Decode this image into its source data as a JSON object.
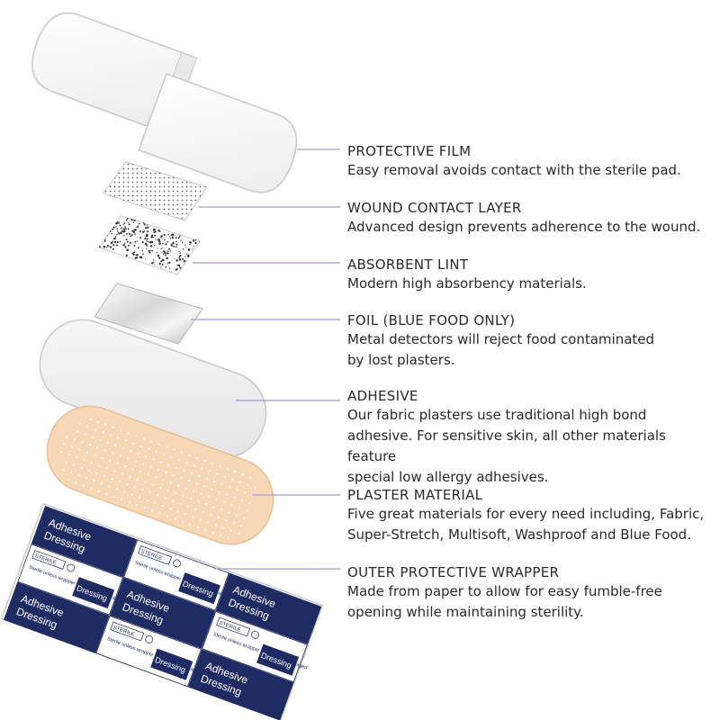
{
  "colors": {
    "leader_line": "#a79bd4",
    "plaster": "#f7d8b6",
    "wrapper_navy": "#1f2c63",
    "layer_outline": "#c9c9c9"
  },
  "layers": [
    {
      "title": "PROTECTIVE FILM",
      "description": "Easy removal avoids contact with the sterile pad."
    },
    {
      "title": "WOUND CONTACT LAYER",
      "description": "Advanced design prevents adherence to the wound."
    },
    {
      "title": "ABSORBENT LINT",
      "description": "Modern high absorbency materials."
    },
    {
      "title": "FOIL (BLUE FOOD ONLY)",
      "description": "Metal detectors will reject food contaminated\nby lost plasters."
    },
    {
      "title": "ADHESIVE",
      "description": "Our fabric plasters use traditional high bond\nadhesive. For sensitive skin, all other materials feature\nspecial low allergy adhesives."
    },
    {
      "title": "PLASTER MATERIAL",
      "description": "Five great materials for every need including, Fabric,\nSuper-Stretch, Multisoft, Washproof and Blue Food."
    },
    {
      "title": "OUTER PROTECTIVE WRAPPER",
      "description": "Made from paper to allow for easy fumble-free\nopening while maintaining sterility."
    }
  ],
  "wrapper_print": {
    "line1": "Adhesive",
    "line2": "Dressing",
    "single": "Dressing",
    "sterile_badge": "STERILE",
    "sterile_note": "Sterile unless wrapper is opened or damaged"
  }
}
